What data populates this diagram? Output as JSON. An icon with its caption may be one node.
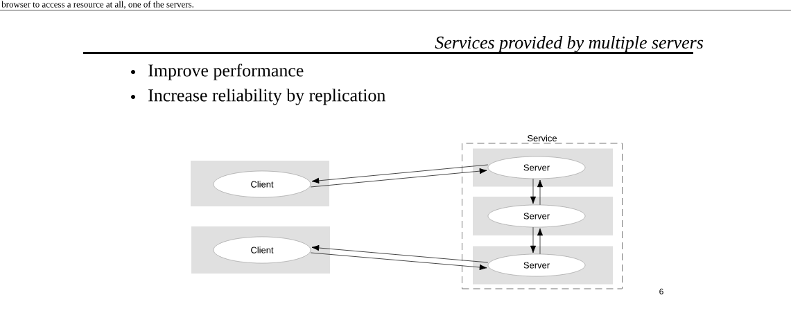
{
  "diagram": {
    "title": "Services provided by multiple servers",
    "nodes": [
      {
        "text": [],
        "shape": "box"
      },
      {
        "text": [
          "Client"
        ],
        "in": 0
      },
      {
        "text": [],
        "shape": "box"
      },
      {
        "text": [
          "Client"
        ],
        "in": 2
      },
      {
        "text": [
          "Service"
        ]
      },
      {
        "text": [],
        "shape": "box",
        "in": 4
      },
      {
        "text": [
          "Server"
        ],
        "in": 5
      },
      {
        "text": [],
        "shape": "box",
        "in": 4
      },
      {
        "text": [
          "Server"
        ],
        "in": 7
      },
      {
        "text": [],
        "shape": "box",
        "in": 4
      },
      {
        "text": [
          "Server"
        ],
        "in": 9
      }
    ],
    "edges": [
      {
        "from": 6,
        "to": 1,
        "arrow": "to"
      },
      {
        "from": 1,
        "to": 6,
        "arrow": "to"
      },
      {
        "from": 10,
        "to": 3,
        "arrow": "to"
      },
      {
        "from": 3,
        "to": 10,
        "arrow": "to"
      },
      {
        "from": 6,
        "to": 8,
        "arrow": "to"
      },
      {
        "from": 8,
        "to": 6,
        "arrow": "to"
      },
      {
        "from": 8,
        "to": 10,
        "arrow": "to"
      },
      {
        "from": 10,
        "to": 8,
        "arrow": "to"
      }
    ],
    "labels": [
      "browser to access a resource at all, one of the servers.",
      "Improve performance",
      "Increase reliability by replication",
      "6"
    ]
  }
}
